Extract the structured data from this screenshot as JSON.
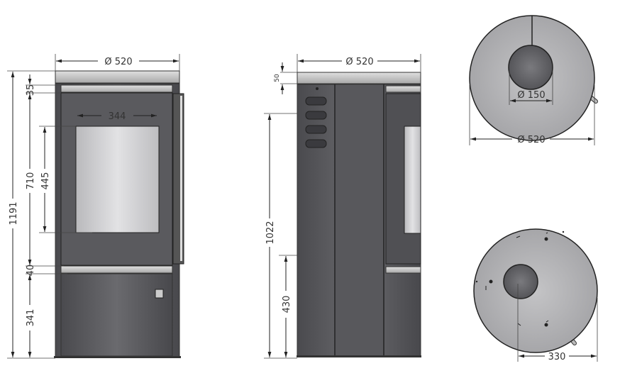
{
  "front_view": {
    "width": "Ø 520",
    "door_window_width": "344",
    "total_height": "1191",
    "top_band": "35",
    "door_height": "710",
    "window_height": "445",
    "mid_band": "40",
    "base_height": "341"
  },
  "side_view": {
    "width": "Ø 520",
    "top_plate": "50",
    "rear_outlet_height": "1022",
    "air_inlet_height": "430"
  },
  "top_view": {
    "flue_diameter": "Ø 150",
    "diameter": "Ø 520"
  },
  "bottom_view": {
    "offset": "330"
  },
  "colors": {
    "body": "#5e5e62",
    "plate": "#c8c8c8",
    "glass": "#cfcfd1",
    "line": "#222222"
  }
}
